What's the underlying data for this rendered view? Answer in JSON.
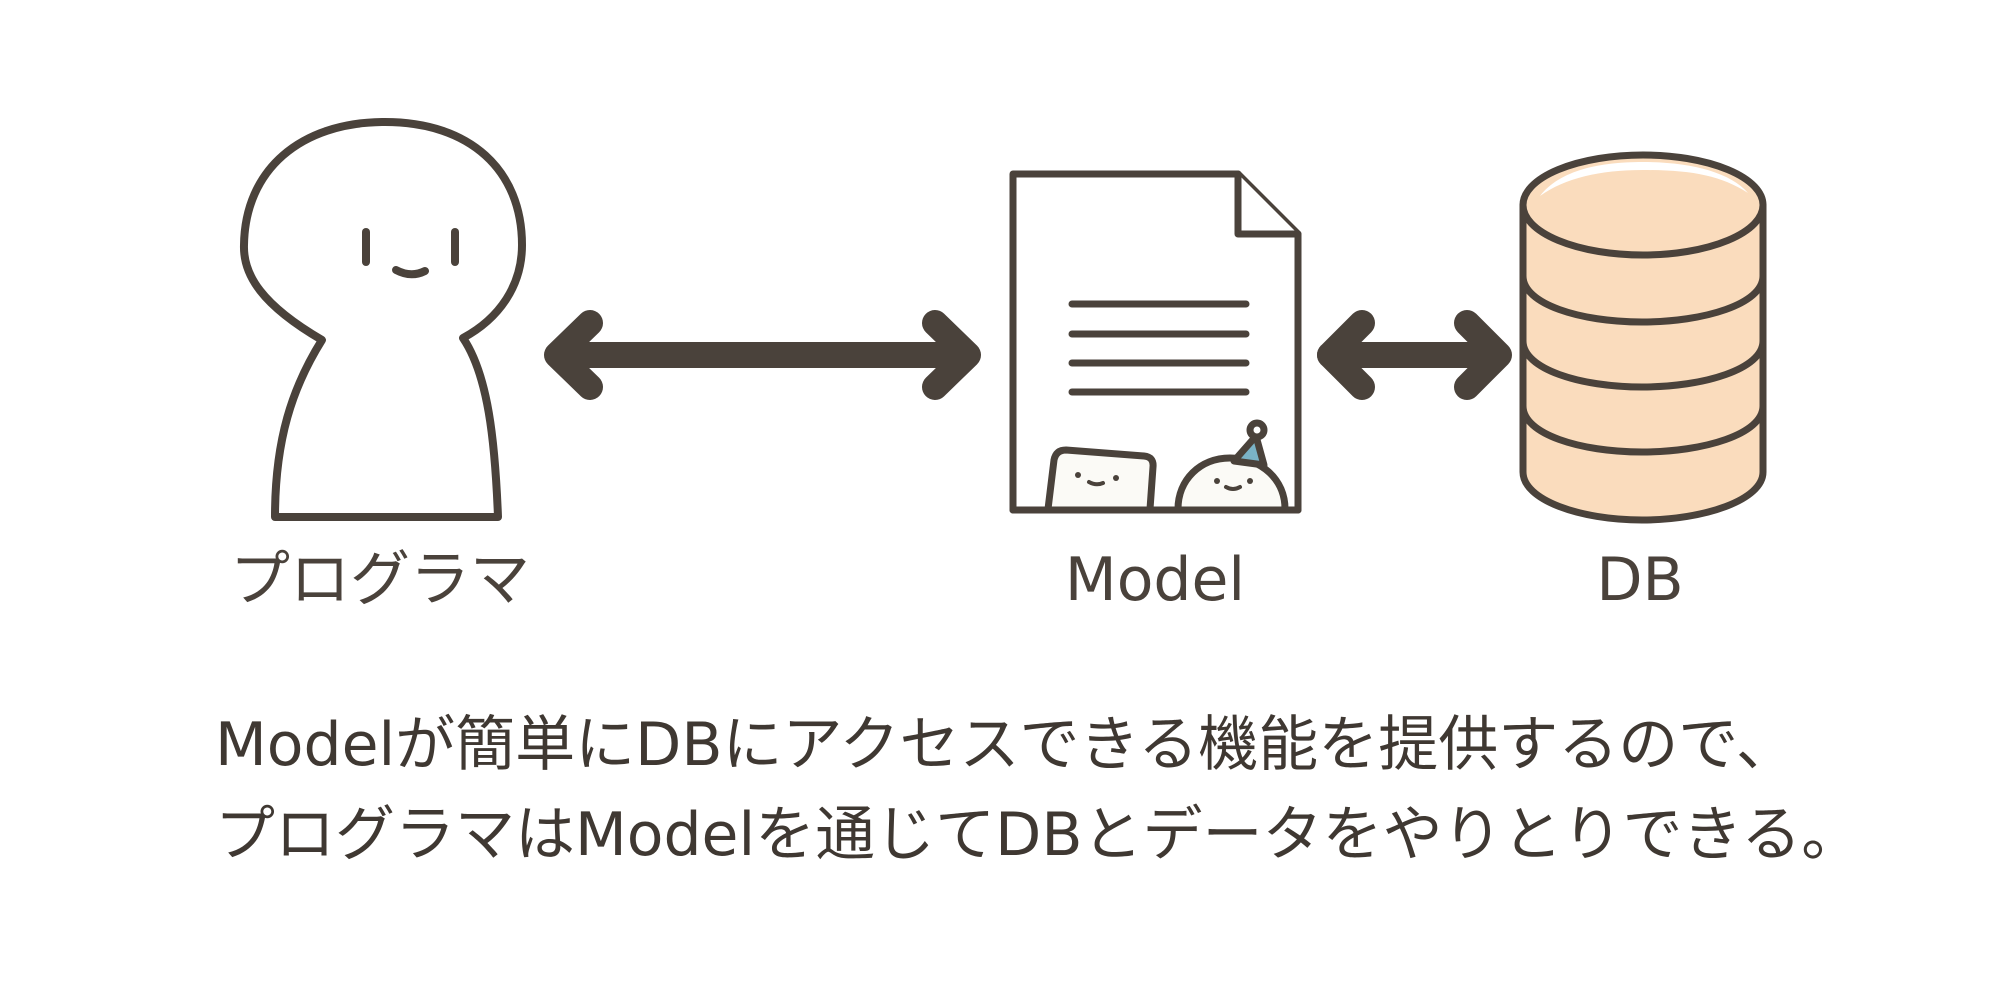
{
  "diagram": {
    "nodes": [
      {
        "id": "program",
        "label": "プログラマ"
      },
      {
        "id": "model",
        "label": "Model"
      },
      {
        "id": "db",
        "label": "DB"
      }
    ],
    "edges": [
      {
        "from": "program",
        "to": "model",
        "direction": "bidirectional"
      },
      {
        "from": "model",
        "to": "db",
        "direction": "bidirectional"
      }
    ]
  },
  "caption": {
    "line1": "Modelが簡単にDBにアクセスできる機能を提供するので、",
    "line2": "プログラマはModelを通じてDBとデータをやりとりできる。"
  },
  "colors": {
    "stroke": "#4a423b",
    "db_fill": "#fadcbd",
    "hat": "#7ab3c7",
    "background": "#ffffff"
  }
}
